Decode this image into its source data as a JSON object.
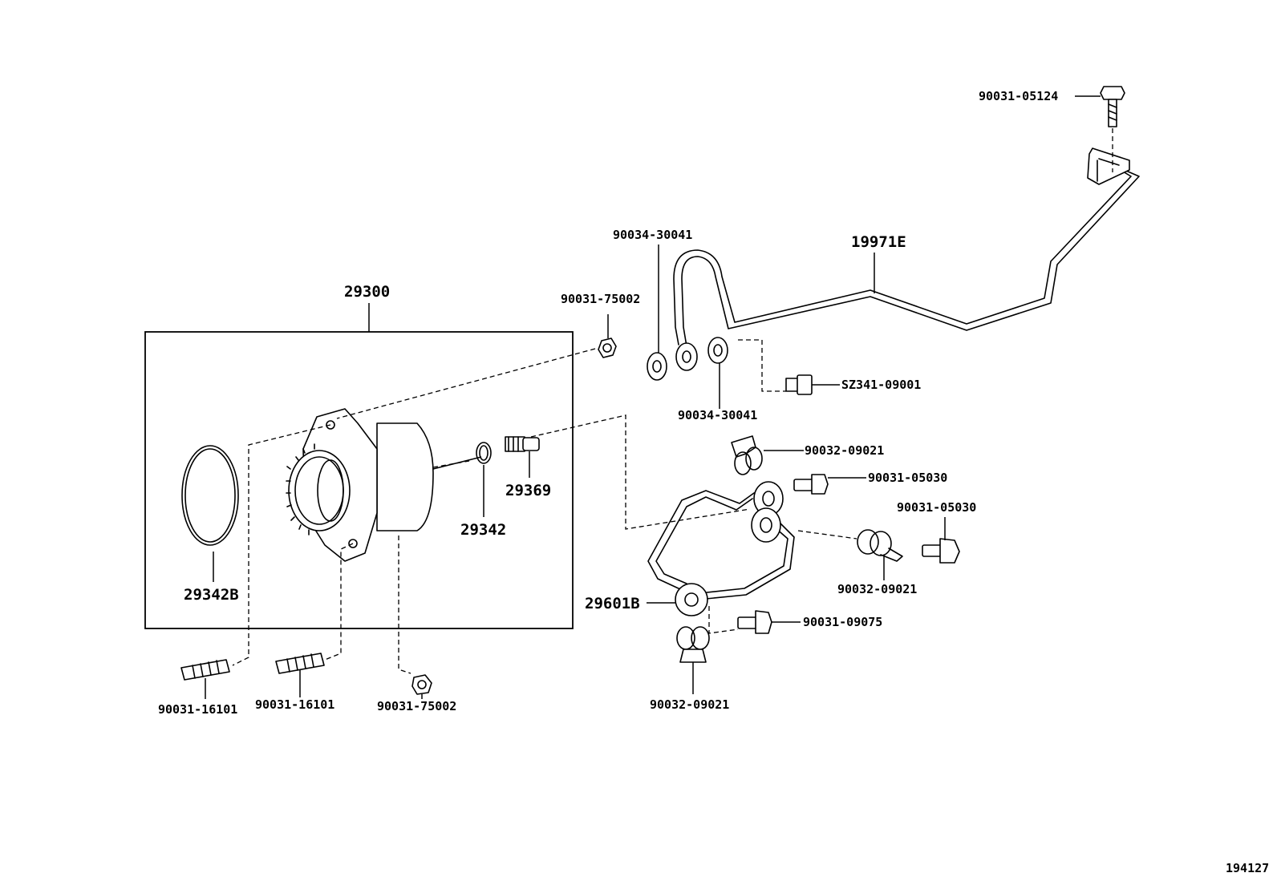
{
  "labels": {
    "p_90031_05124": "90031-05124",
    "p_19971E": "19971E",
    "p_90034_30041_top": "90034-30041",
    "p_90031_75002_top": "90031-75002",
    "p_29300": "29300",
    "p_SZ341_09001": "SZ341-09001",
    "p_90034_30041_bot": "90034-30041",
    "p_90032_09021_a": "90032-09021",
    "p_90031_05030_a": "90031-05030",
    "p_90031_05030_b": "90031-05030",
    "p_29369": "29369",
    "p_29342": "29342",
    "p_90032_09021_b": "90032-09021",
    "p_29342B": "29342B",
    "p_29601B": "29601B",
    "p_90031_09075": "90031-09075",
    "p_90031_16101_a": "90031-16101",
    "p_90031_16101_b": "90031-16101",
    "p_90031_75002_bot": "90031-75002",
    "p_90032_09021_c": "90032-09021",
    "diagram_id": "194127"
  }
}
